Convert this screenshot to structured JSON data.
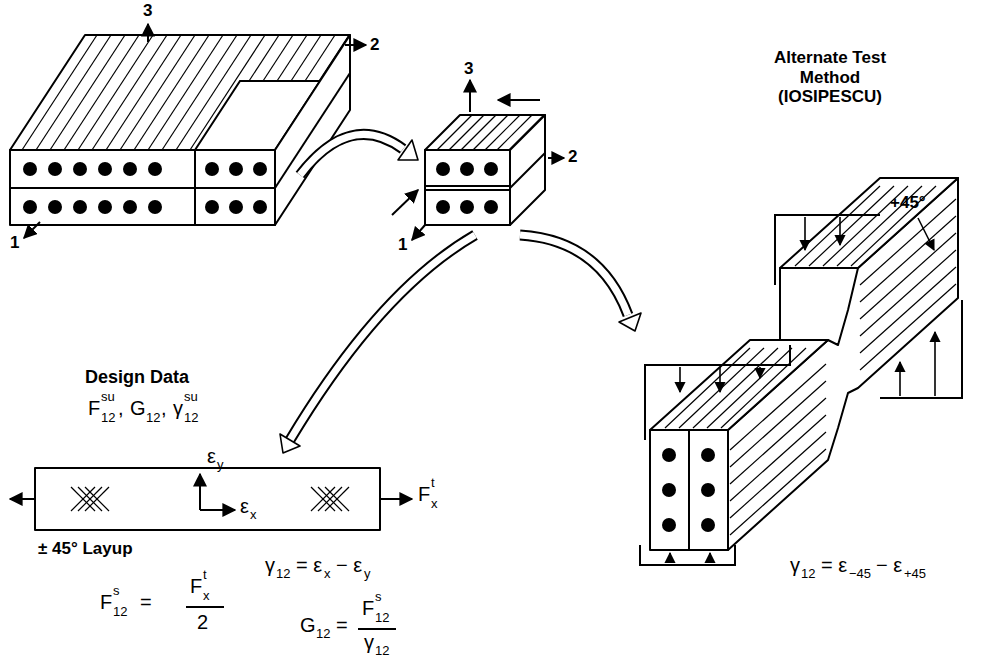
{
  "diagram": {
    "labels": [
      "3",
      "2",
      "1",
      "3",
      "2",
      "1",
      "Alternate Test Method (IOSIPESCU)",
      "Design Data",
      "F",
      "su",
      "12",
      ",",
      "G",
      "12",
      ",",
      "γ",
      "12",
      "su",
      "ε",
      "y",
      "ε",
      "x",
      "F",
      "t",
      "x",
      "± 45° Layup",
      "F",
      "s",
      "12",
      "=",
      "F",
      "t",
      "x",
      "2",
      "γ",
      "12",
      "= ε",
      "x",
      "− ε",
      "y",
      "G",
      "12",
      "=",
      "F",
      "s",
      "12",
      "γ",
      "12",
      "+45°",
      "γ",
      "12",
      "= ε",
      "−45",
      "− ε",
      "+45"
    ]
  }
}
